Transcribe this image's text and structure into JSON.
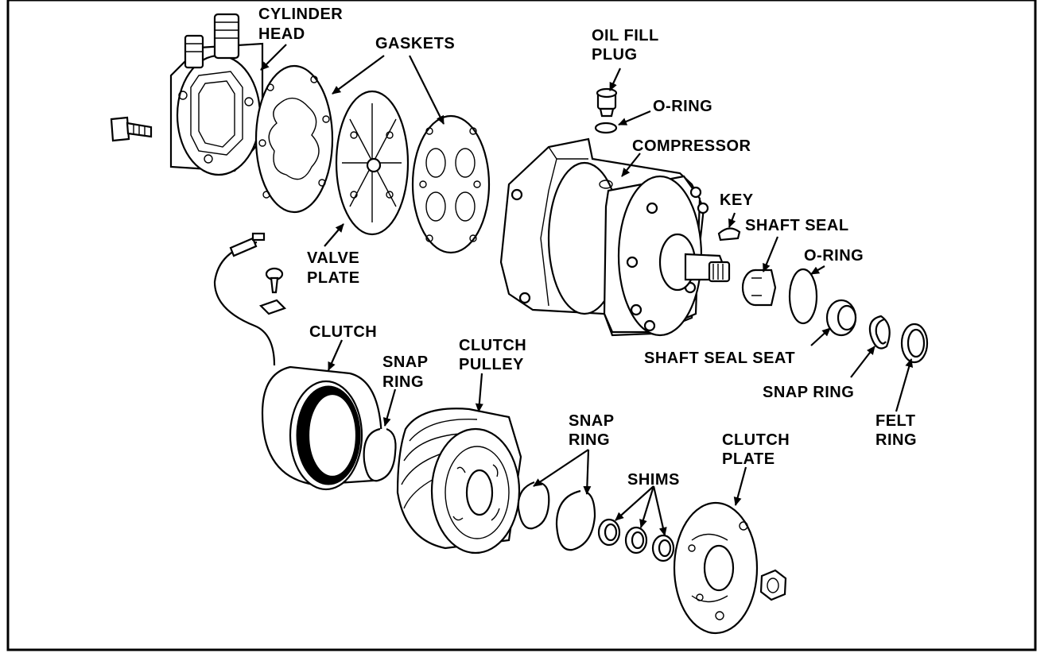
{
  "labels": {
    "cylinder_head": [
      "CYLINDER",
      "HEAD"
    ],
    "gaskets": "GASKETS",
    "valve_plate": [
      "VALVE",
      "PLATE"
    ],
    "oil_fill_plug": [
      "OIL FILL",
      "PLUG"
    ],
    "o_ring_top": "O-RING",
    "compressor": "COMPRESSOR",
    "key": "KEY",
    "shaft_seal": "SHAFT SEAL",
    "o_ring_mid": "O-RING",
    "shaft_seal_seat": "SHAFT SEAL SEAT",
    "snap_ring_right": "SNAP RING",
    "felt_ring": [
      "FELT",
      "RING"
    ],
    "clutch": "CLUTCH",
    "snap_ring_clutch": [
      "SNAP",
      "RING"
    ],
    "clutch_pulley": [
      "CLUTCH",
      "PULLEY"
    ],
    "snap_ring_pulley": [
      "SNAP",
      "RING"
    ],
    "shims": "SHIMS",
    "clutch_plate": [
      "CLUTCH",
      "PLATE"
    ]
  },
  "colors": {
    "ink": "#000000",
    "paper": "#ffffff"
  },
  "icons": [
    "arrow-icon"
  ]
}
